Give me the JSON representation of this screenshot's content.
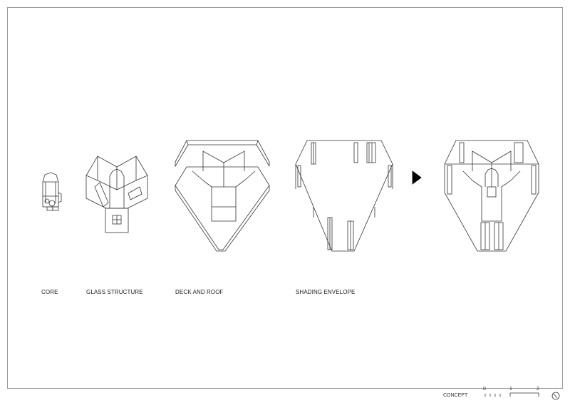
{
  "labels": {
    "core": "CORE",
    "glass": "GLASS STRUCTURE",
    "deck": "DECK AND ROOF",
    "shading": "SHADING ENVELOPE"
  },
  "title_block": {
    "title": "CONCEPT",
    "scale_ticks": [
      "0",
      "1",
      "2"
    ]
  }
}
